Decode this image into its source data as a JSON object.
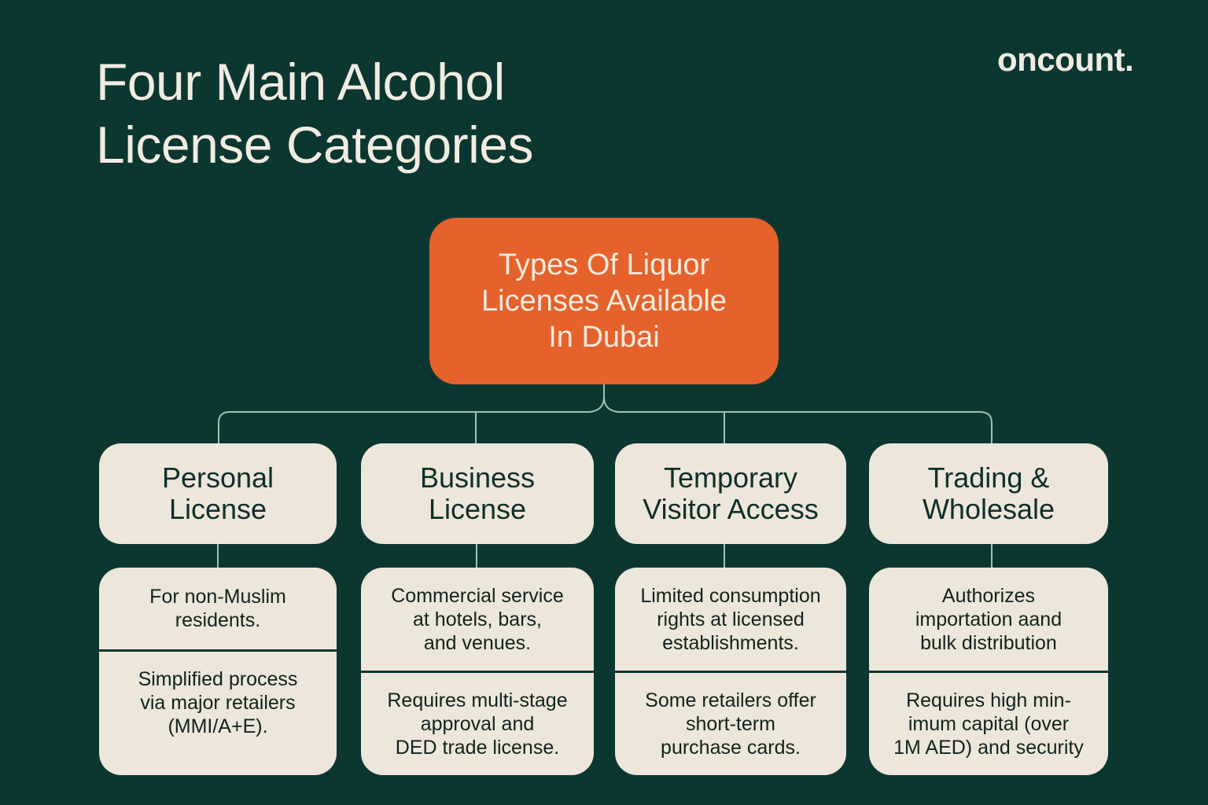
{
  "title": {
    "line1": "Four Main Alcohol",
    "line2": "License Categories"
  },
  "brand": {
    "logo": "oncount."
  },
  "colors": {
    "background": "#0c3731",
    "root_box": "#e5622c",
    "card": "#ede6da",
    "connector": "#9fc1b6",
    "text_light": "#f1ece2",
    "text_dark": "#0f2f2a"
  },
  "root": {
    "lines": [
      "Types Of Liquor",
      "Licenses Available",
      "In Dubai"
    ]
  },
  "categories": [
    {
      "title_lines": [
        "Personal",
        "License"
      ],
      "description_lines": [
        "For non-Muslim",
        "residents."
      ],
      "requirement_lines": [
        "Simplified process",
        "via major retailers",
        "(MMI/A+E)."
      ]
    },
    {
      "title_lines": [
        "Business",
        "License"
      ],
      "description_lines": [
        "Commercial service",
        "at hotels, bars,",
        "and venues."
      ],
      "requirement_lines": [
        "Requires multi-stage",
        "approval and",
        "DED trade license."
      ]
    },
    {
      "title_lines": [
        "Temporary",
        "Visitor Access"
      ],
      "description_lines": [
        "Limited consumption",
        "rights at licensed",
        "establishments."
      ],
      "requirement_lines": [
        "Some retailers offer",
        "short-term",
        "purchase cards."
      ]
    },
    {
      "title_lines": [
        "Trading &",
        "Wholesale"
      ],
      "description_lines": [
        "Authorizes",
        "importation aand",
        "bulk distribution"
      ],
      "requirement_lines": [
        "Requires high min-",
        "imum capital (over",
        "1M AED) and security"
      ]
    }
  ]
}
